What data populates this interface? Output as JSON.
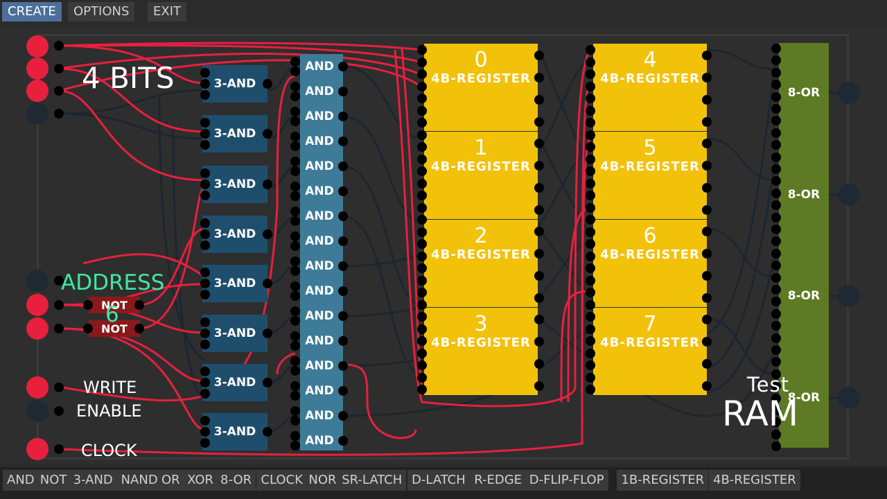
{
  "topbar": {
    "create": "CREATE",
    "options": "OPTIONS",
    "exit": "EXIT"
  },
  "labels": {
    "bits": "4 BITS",
    "address": "ADDRESS",
    "address_value": "6",
    "write": "WRITE",
    "enable": "ENABLE",
    "clock": "CLOCK",
    "test": "Test",
    "ram": "RAM"
  },
  "gates": {
    "and3": "3-AND",
    "and": "AND",
    "not": "NOT",
    "register": "4B-REGISTER",
    "or8": "8-OR",
    "register_numbers": [
      "0",
      "1",
      "2",
      "3",
      "4",
      "5",
      "6",
      "7"
    ]
  },
  "palette": [
    "AND",
    "NOT",
    "3-AND",
    "NAND",
    "OR",
    "XOR",
    "8-OR",
    "CLOCK",
    "NOR",
    "SR-LATCH",
    "D-LATCH",
    "R-EDGE",
    "D-FLIP-FLOP",
    "1B-REGISTER",
    "4B-REGISTER"
  ],
  "colors": {
    "wire_on": "#e8203d",
    "wire_off": "#1c2630",
    "register": "#f2c20b",
    "or_gate": "#5e7a24",
    "and_gate": "#3e7b98",
    "and3_gate": "#1f4e6d",
    "active_tab": "#4d6f9c"
  }
}
